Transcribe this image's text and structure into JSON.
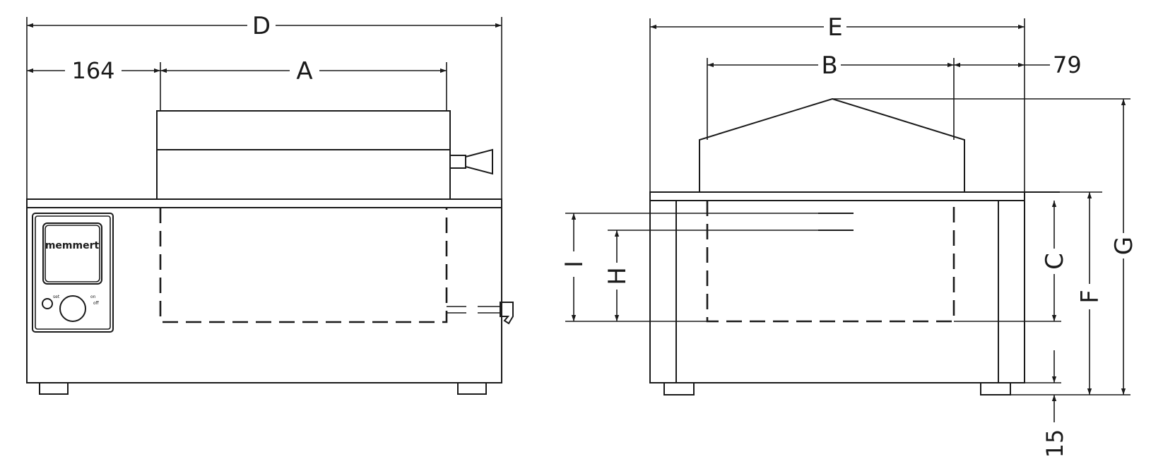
{
  "front_view": {
    "dimensions": {
      "overall_width": "D",
      "offset_left": "164",
      "bath_width": "A"
    },
    "control_panel": {
      "brand": "memmert",
      "set_label": "set",
      "on_label": "on",
      "off_label": "off"
    }
  },
  "side_view": {
    "dimensions": {
      "overall_depth": "E",
      "bath_depth": "B",
      "offset_right": "79",
      "bath_height": "C",
      "body_height": "F",
      "overall_height": "G",
      "fill_level_max": "I",
      "fill_level_min": "H",
      "foot_height": "15"
    }
  }
}
